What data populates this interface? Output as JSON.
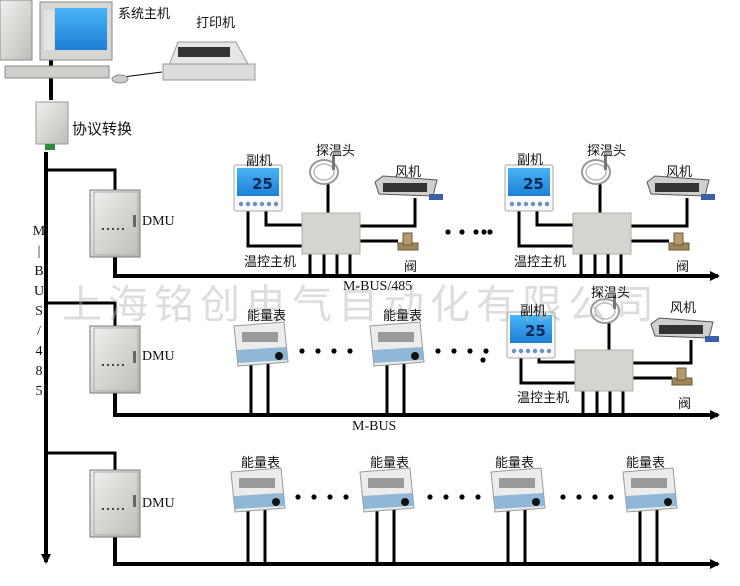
{
  "diagram": {
    "title": "Energy metering system topology",
    "watermark": "上海铭创电气自动化有限公司",
    "host": {
      "computer_label": "系统主机",
      "printer_label": "打印机",
      "converter_label": "协议转换"
    },
    "trunk_label_chars": [
      "M",
      "|",
      "B",
      "U",
      "S",
      "/",
      "4",
      "8",
      "5"
    ],
    "dmu_label": "DMU",
    "row1": {
      "bus_label": "M-BUS/485",
      "groups": [
        {
          "sub_unit": "副机",
          "sensor": "探温头",
          "fan": "风机",
          "valve": "阀",
          "controller": "温控主机",
          "display_value": "25"
        },
        {
          "sub_unit": "副机",
          "sensor": "探温头",
          "fan": "风机",
          "valve": "阀",
          "controller": "温控主机",
          "display_value": "25"
        }
      ],
      "ellipsis": "• • • •"
    },
    "row2": {
      "bus_label": "M-BUS",
      "meters": [
        "能量表",
        "能量表"
      ],
      "group": {
        "sub_unit": "副机",
        "sensor": "探温头",
        "fan": "风机",
        "valve": "阀",
        "controller": "温控主机",
        "display_value": "25"
      },
      "ellipsis": "• • • •"
    },
    "row3": {
      "meters": [
        "能量表",
        "能量表",
        "能量表",
        "能量表"
      ],
      "ellipsis": "• • • •"
    },
    "colors": {
      "line": "#000000",
      "lcd": "#3aa0f0",
      "device": "#d8d8d4",
      "meter_panel": "#8fb8d8"
    }
  }
}
